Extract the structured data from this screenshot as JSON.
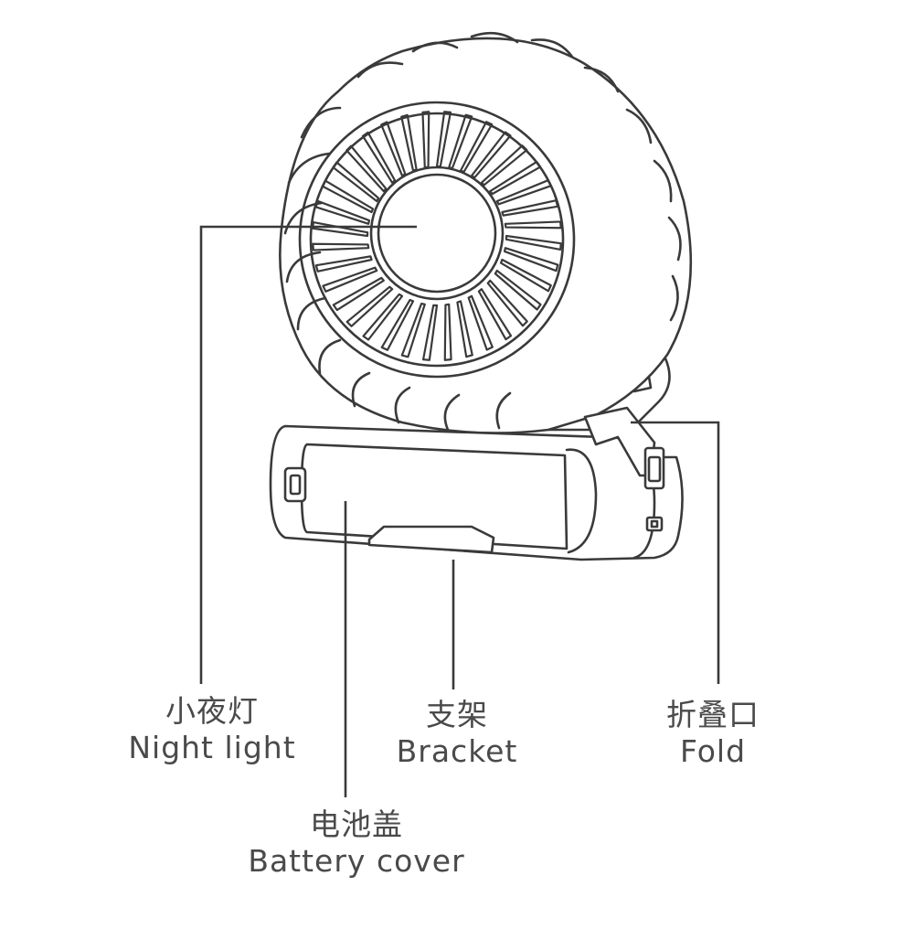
{
  "colors": {
    "line": "#3a3a3a",
    "text": "#4a4a4a",
    "background": "#ffffff"
  },
  "callouts": [
    {
      "id": "night_light",
      "cn": "小夜灯",
      "en": "Night light"
    },
    {
      "id": "bracket",
      "cn": "支架",
      "en": "Bracket"
    },
    {
      "id": "fold",
      "cn": "折叠口",
      "en": "Fold"
    },
    {
      "id": "battery_cover",
      "cn": "电池盖",
      "en": "Battery cover"
    }
  ]
}
